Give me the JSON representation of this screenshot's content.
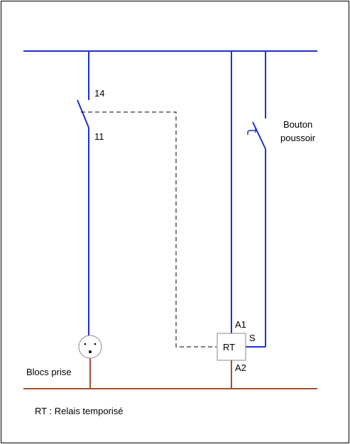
{
  "diagram": {
    "colors": {
      "phase": "#1f2fd0",
      "neutral": "#a0522d",
      "dashed": "#000000",
      "frame": "#000000",
      "text": "#000000"
    },
    "contact": {
      "top_terminal": "14",
      "bottom_terminal": "11"
    },
    "push_button": {
      "label_line1": "Bouton",
      "label_line2": "poussoir"
    },
    "relay": {
      "name": "RT",
      "terminal_a1": "A1",
      "terminal_a2": "A2",
      "terminal_s": "S"
    },
    "socket": {
      "label": "Blocs prise"
    },
    "legend": {
      "text": "RT : Relais temporisé"
    }
  }
}
